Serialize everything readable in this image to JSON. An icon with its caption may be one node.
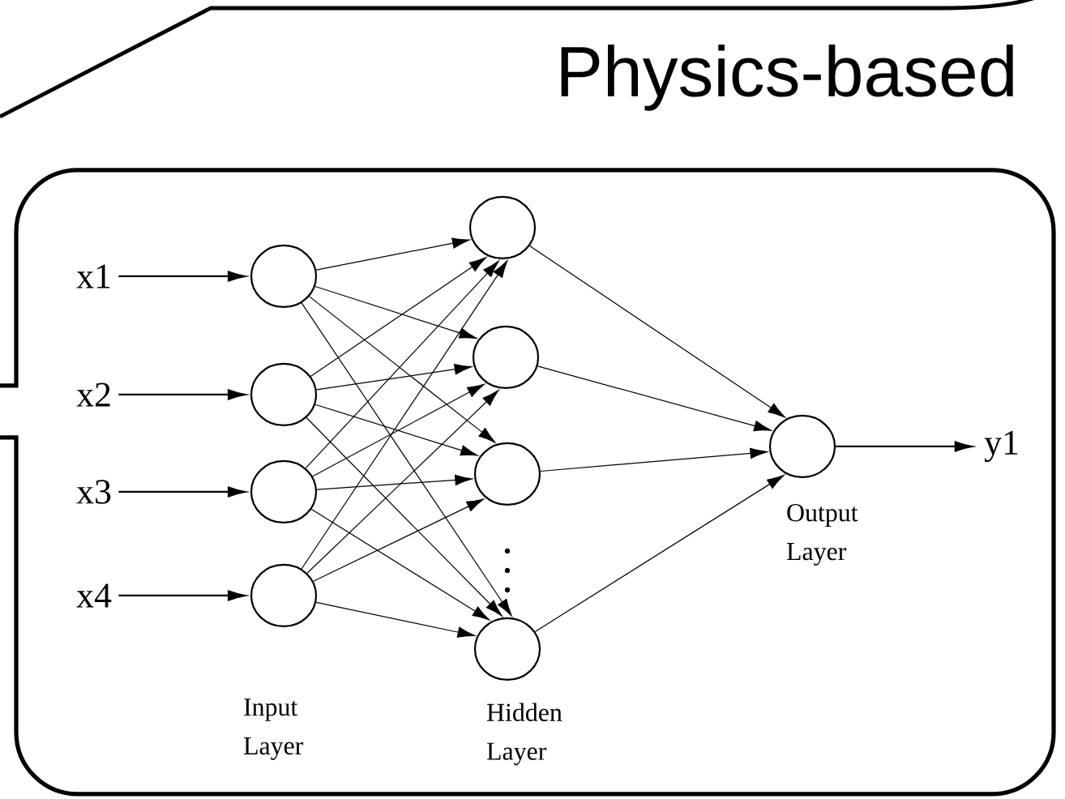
{
  "diagram": {
    "nodes": [
      {
        "text": [
          "Physics-based"
        ]
      },
      {
        "text": [],
        "shape": "box"
      },
      {
        "text": [
          "x1"
        ],
        "in": 1
      },
      {
        "text": [
          "x2"
        ],
        "in": 1
      },
      {
        "text": [
          "x3"
        ],
        "in": 1
      },
      {
        "text": [
          "x4"
        ],
        "in": 1
      },
      {
        "text": [],
        "shape": "circle",
        "in": 1
      },
      {
        "text": [],
        "shape": "circle",
        "in": 1
      },
      {
        "text": [],
        "shape": "circle",
        "in": 1
      },
      {
        "text": [],
        "shape": "circle",
        "in": 1
      },
      {
        "text": [],
        "shape": "circle",
        "in": 1
      },
      {
        "text": [],
        "shape": "circle",
        "in": 1
      },
      {
        "text": [],
        "shape": "circle",
        "in": 1
      },
      {
        "text": [],
        "shape": "circle",
        "in": 1
      },
      {
        "text": [],
        "shape": "circle",
        "in": 1
      },
      {
        "text": [
          "y1"
        ],
        "in": 1
      }
    ],
    "edges": [
      {
        "from": 2,
        "to": 6,
        "arrow": "to"
      },
      {
        "from": 3,
        "to": 7,
        "arrow": "to"
      },
      {
        "from": 4,
        "to": 8,
        "arrow": "to"
      },
      {
        "from": 5,
        "to": 9,
        "arrow": "to"
      },
      {
        "from": 6,
        "to": 10,
        "arrow": "to"
      },
      {
        "from": 6,
        "to": 11,
        "arrow": "to"
      },
      {
        "from": 6,
        "to": 12,
        "arrow": "to"
      },
      {
        "from": 6,
        "to": 13,
        "arrow": "to"
      },
      {
        "from": 7,
        "to": 10,
        "arrow": "to"
      },
      {
        "from": 7,
        "to": 11,
        "arrow": "to"
      },
      {
        "from": 7,
        "to": 12,
        "arrow": "to"
      },
      {
        "from": 7,
        "to": 13,
        "arrow": "to"
      },
      {
        "from": 8,
        "to": 10,
        "arrow": "to"
      },
      {
        "from": 8,
        "to": 11,
        "arrow": "to"
      },
      {
        "from": 8,
        "to": 12,
        "arrow": "to"
      },
      {
        "from": 8,
        "to": 13,
        "arrow": "to"
      },
      {
        "from": 9,
        "to": 10,
        "arrow": "to"
      },
      {
        "from": 9,
        "to": 11,
        "arrow": "to"
      },
      {
        "from": 9,
        "to": 12,
        "arrow": "to"
      },
      {
        "from": 9,
        "to": 13,
        "arrow": "to"
      },
      {
        "from": 10,
        "to": 14,
        "arrow": "to"
      },
      {
        "from": 11,
        "to": 14,
        "arrow": "to"
      },
      {
        "from": 12,
        "to": 14,
        "arrow": "to"
      },
      {
        "from": 13,
        "to": 14,
        "arrow": "to"
      },
      {
        "from": 14,
        "to": 15,
        "arrow": "to"
      }
    ],
    "labels": [
      "Output Layer",
      "Input Layer",
      "Hidden Layer"
    ]
  }
}
